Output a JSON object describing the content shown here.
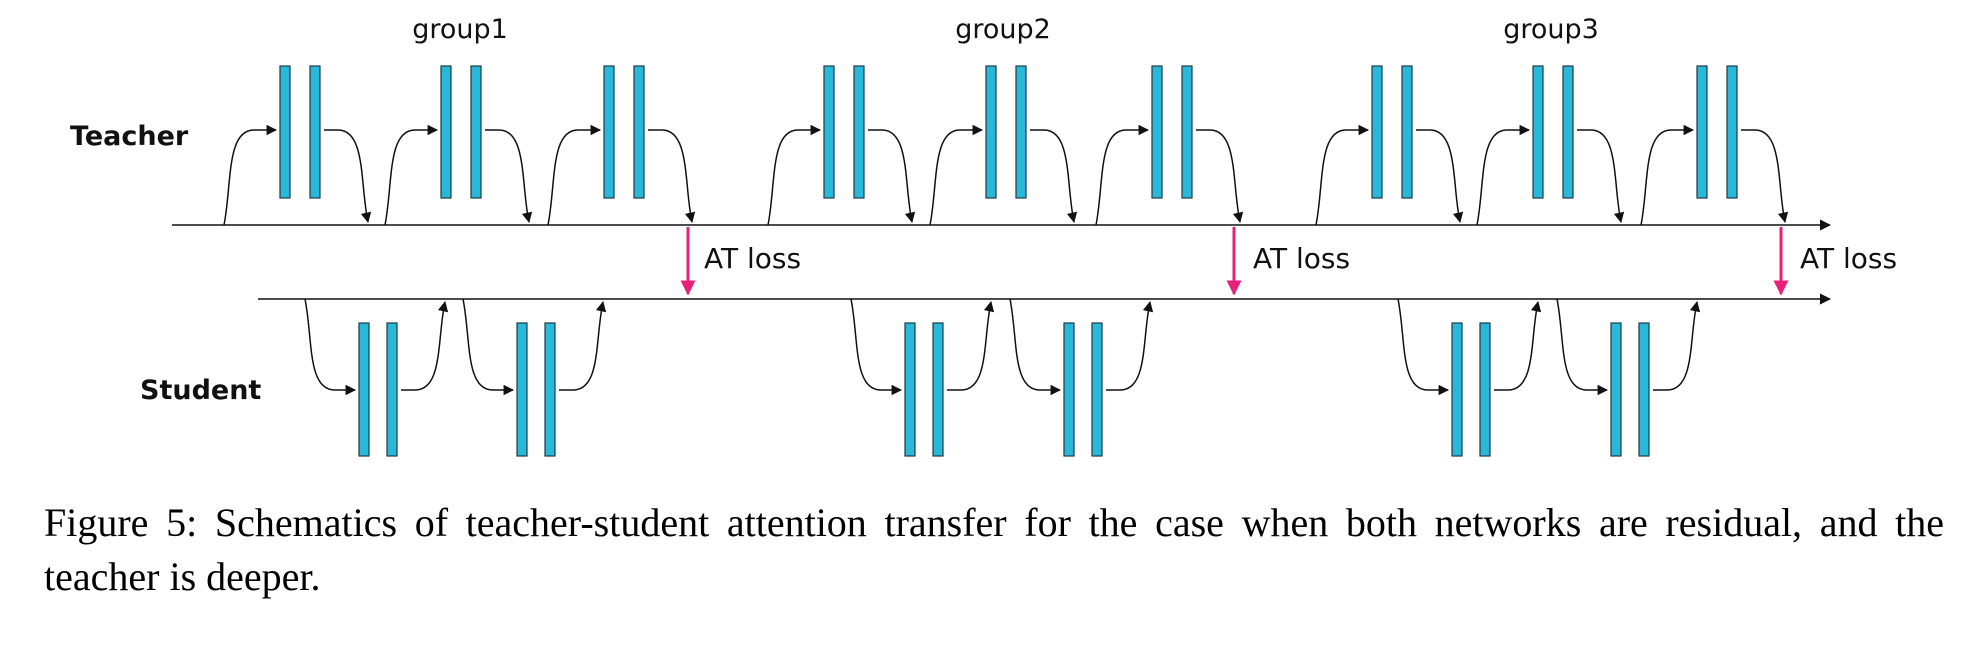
{
  "diagram": {
    "group_labels": [
      "group1",
      "group2",
      "group3"
    ],
    "teacher_label": "Teacher",
    "student_label": "Student",
    "loss_label": "AT loss",
    "colors": {
      "block": "#29b8d8",
      "loss_arrow": "#e8207a",
      "line": "#111111"
    },
    "teacher_blocks_per_group": 3,
    "student_blocks_per_group": 2
  },
  "caption": {
    "text": "Figure 5: Schematics of teacher-student attention transfer for the case when both networks are residual, and the teacher is deeper."
  }
}
